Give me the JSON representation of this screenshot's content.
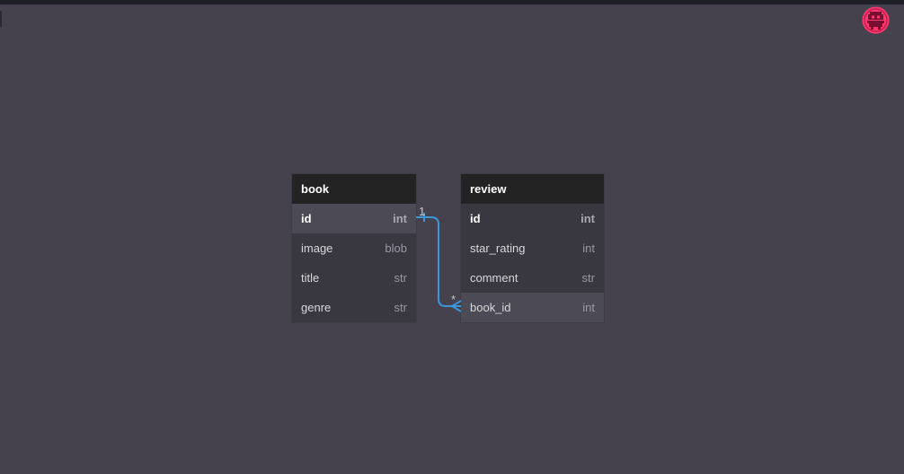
{
  "tables": {
    "book": {
      "name": "book",
      "rows": [
        {
          "name": "id",
          "type": "int"
        },
        {
          "name": "image",
          "type": "blob"
        },
        {
          "name": "title",
          "type": "str"
        },
        {
          "name": "genre",
          "type": "str"
        }
      ]
    },
    "review": {
      "name": "review",
      "rows": [
        {
          "name": "id",
          "type": "int"
        },
        {
          "name": "star_rating",
          "type": "int"
        },
        {
          "name": "comment",
          "type": "str"
        },
        {
          "name": "book_id",
          "type": "int"
        }
      ]
    }
  },
  "relation": {
    "from_cardinality": "1",
    "to_cardinality": "*",
    "color": "#3d96d8"
  },
  "colors": {
    "canvas": "#45424d",
    "header": "#232323",
    "logo": "#ff3870"
  }
}
